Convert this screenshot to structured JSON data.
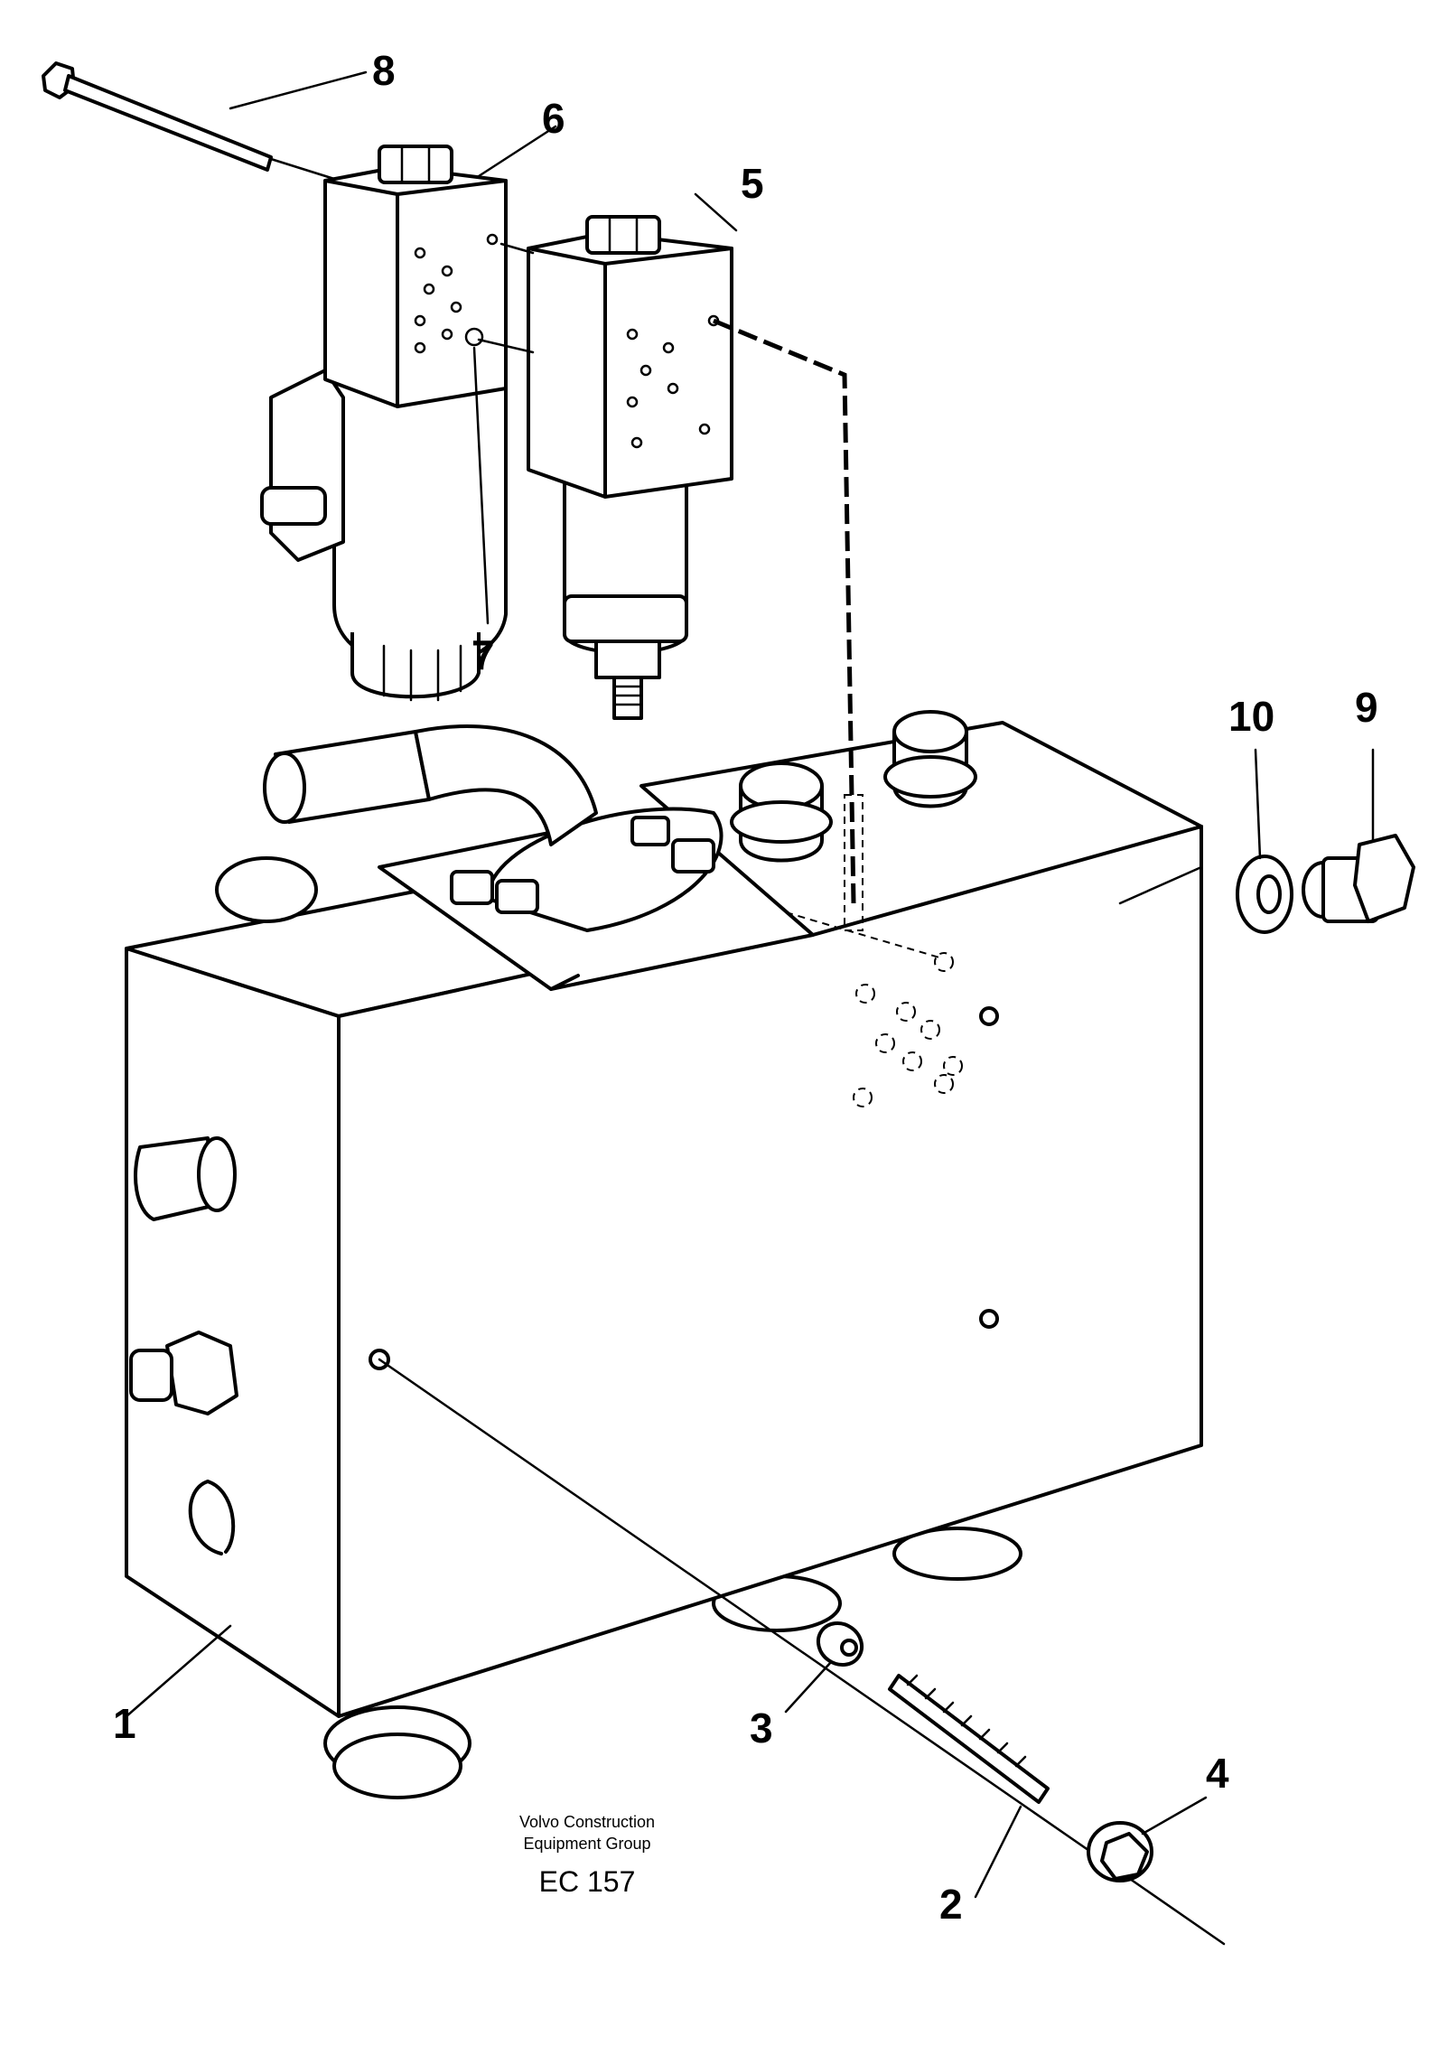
{
  "callouts": [
    {
      "id": "1",
      "label": "1"
    },
    {
      "id": "2",
      "label": "2"
    },
    {
      "id": "3",
      "label": "3"
    },
    {
      "id": "4",
      "label": "4"
    },
    {
      "id": "5",
      "label": "5"
    },
    {
      "id": "6",
      "label": "6"
    },
    {
      "id": "7",
      "label": "7"
    },
    {
      "id": "8",
      "label": "8"
    },
    {
      "id": "9",
      "label": "9"
    },
    {
      "id": "10",
      "label": "10"
    }
  ],
  "footer": {
    "line1": "Volvo Construction",
    "line2": "Equipment Group",
    "code": "EC 157"
  }
}
